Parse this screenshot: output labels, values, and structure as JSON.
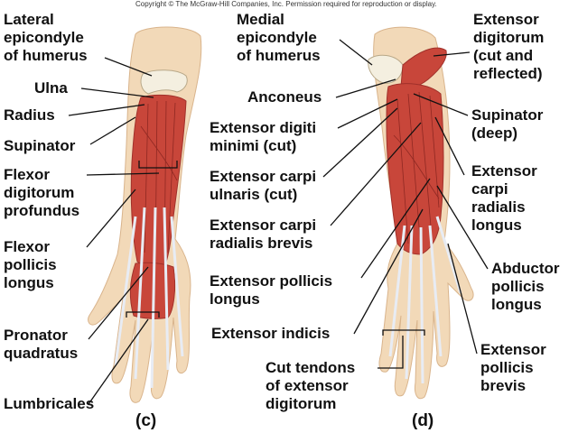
{
  "copyright": "Copyright © The McGraw-Hill Companies, Inc. Permission required for reproduction or display.",
  "panel_c": {
    "caption": "(c)",
    "labels": {
      "lateral_epicondyle": [
        "Lateral",
        "epicondyle",
        "of humerus"
      ],
      "ulna": [
        "Ulna"
      ],
      "radius": [
        "Radius"
      ],
      "supinator": [
        "Supinator"
      ],
      "flexor_digitorum_profundus": [
        "Flexor",
        "digitorum",
        "profundus"
      ],
      "flexor_pollicis_longus": [
        "Flexor",
        "pollicis",
        "longus"
      ],
      "pronator_quadratus": [
        "Pronator",
        "quadratus"
      ],
      "lumbricales": [
        "Lumbricales"
      ]
    }
  },
  "panel_d": {
    "caption": "(d)",
    "labels": {
      "medial_epicondyle": [
        "Medial",
        "epicondyle",
        "of humerus"
      ],
      "anconeus": [
        "Anconeus"
      ],
      "extensor_digiti_minimi": [
        "Extensor digiti",
        "minimi (cut)"
      ],
      "extensor_carpi_ulnaris": [
        "Extensor carpi",
        "ulnaris (cut)"
      ],
      "extensor_carpi_radialis_brevis": [
        "Extensor carpi",
        "radialis brevis"
      ],
      "extensor_pollicis_longus": [
        "Extensor pollicis",
        "longus"
      ],
      "extensor_indicis": [
        "Extensor indicis"
      ],
      "cut_tendons": [
        "Cut tendons",
        "of extensor",
        "digitorum"
      ],
      "extensor_digitorum": [
        "Extensor",
        "digitorum",
        "(cut and",
        "reflected)"
      ],
      "supinator_deep": [
        "Supinator",
        "(deep)"
      ],
      "extensor_carpi_radialis_longus": [
        "Extensor",
        "carpi",
        "radialis",
        "longus"
      ],
      "abductor_pollicis_longus": [
        "Abductor",
        "pollicis",
        "longus"
      ],
      "extensor_pollicis_brevis": [
        "Extensor",
        "pollicis",
        "brevis"
      ]
    }
  },
  "colors": {
    "skin": "#f2d9b8",
    "skin_edge": "#d9b48c",
    "muscle": "#c8463a",
    "muscle_dark": "#a0302a",
    "tendon": "#e8ecf4",
    "bone": "#f4efe0",
    "leader": "#111111"
  }
}
